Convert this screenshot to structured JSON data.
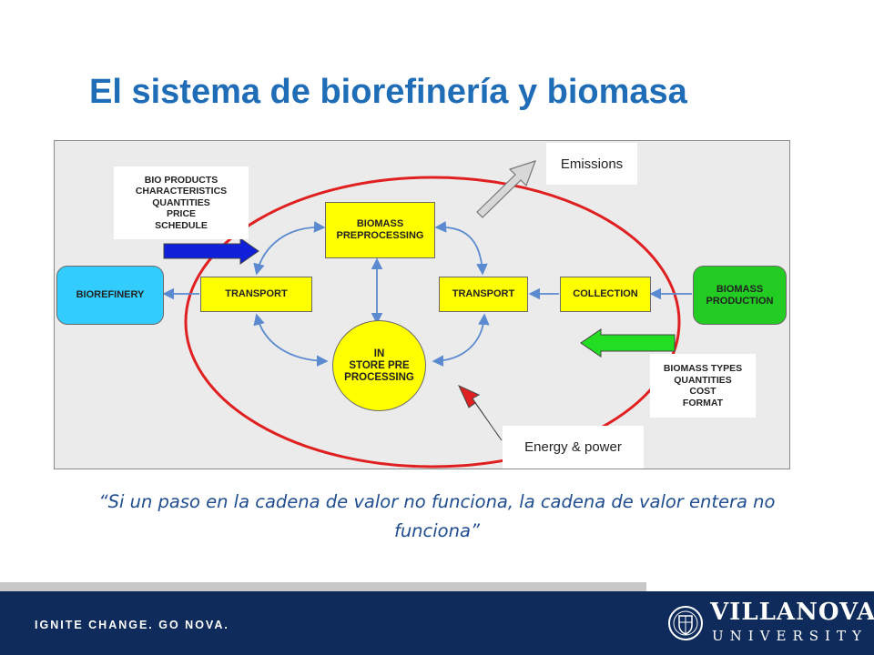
{
  "slide": {
    "title": "El sistema de biorefinería y biomasa",
    "quote": "“Si un paso  en la cadena de valor no funciona, la cadena de valor entera no funciona”"
  },
  "diagram": {
    "nodes": {
      "biorefinery": "BIOREFINERY",
      "transport_left": "TRANSPORT",
      "preprocessing": [
        "BIOMASS",
        "PREPROCESSING"
      ],
      "store": [
        "IN",
        "STORE PRE",
        "PROCESSING"
      ],
      "transport_right": "TRANSPORT",
      "collection": "COLLECTION",
      "production": [
        "BIOMASS",
        "PRODUCTION"
      ]
    },
    "bio_products_box": [
      "BIO PRODUCTS",
      "CHARACTERISTICS",
      "QUANTITIES",
      "PRICE",
      "SCHEDULE"
    ],
    "biomass_types_box": [
      "BIOMASS TYPES",
      "QUANTITIES",
      "COST",
      "FORMAT"
    ],
    "emissions_label": "Emissions",
    "energy_label": "Energy & power",
    "colors": {
      "node_yellow": "#ffff00",
      "biorefinery_cyan": "#33ccff",
      "production_green": "#22cc22",
      "boundary_red": "#e02020",
      "flow_blue": "#5b8ad0",
      "input_blue_arrow": "#1020d8",
      "input_green_arrow": "#22dd22",
      "energy_red_arrow": "#e02020",
      "emissions_grey_arrow": "#d8d8d8"
    }
  },
  "footer": {
    "tagline": "IGNITE CHANGE. GO NOVA.",
    "brand_name": "VILLANOVA",
    "brand_sub": "UNIVERSITY"
  }
}
